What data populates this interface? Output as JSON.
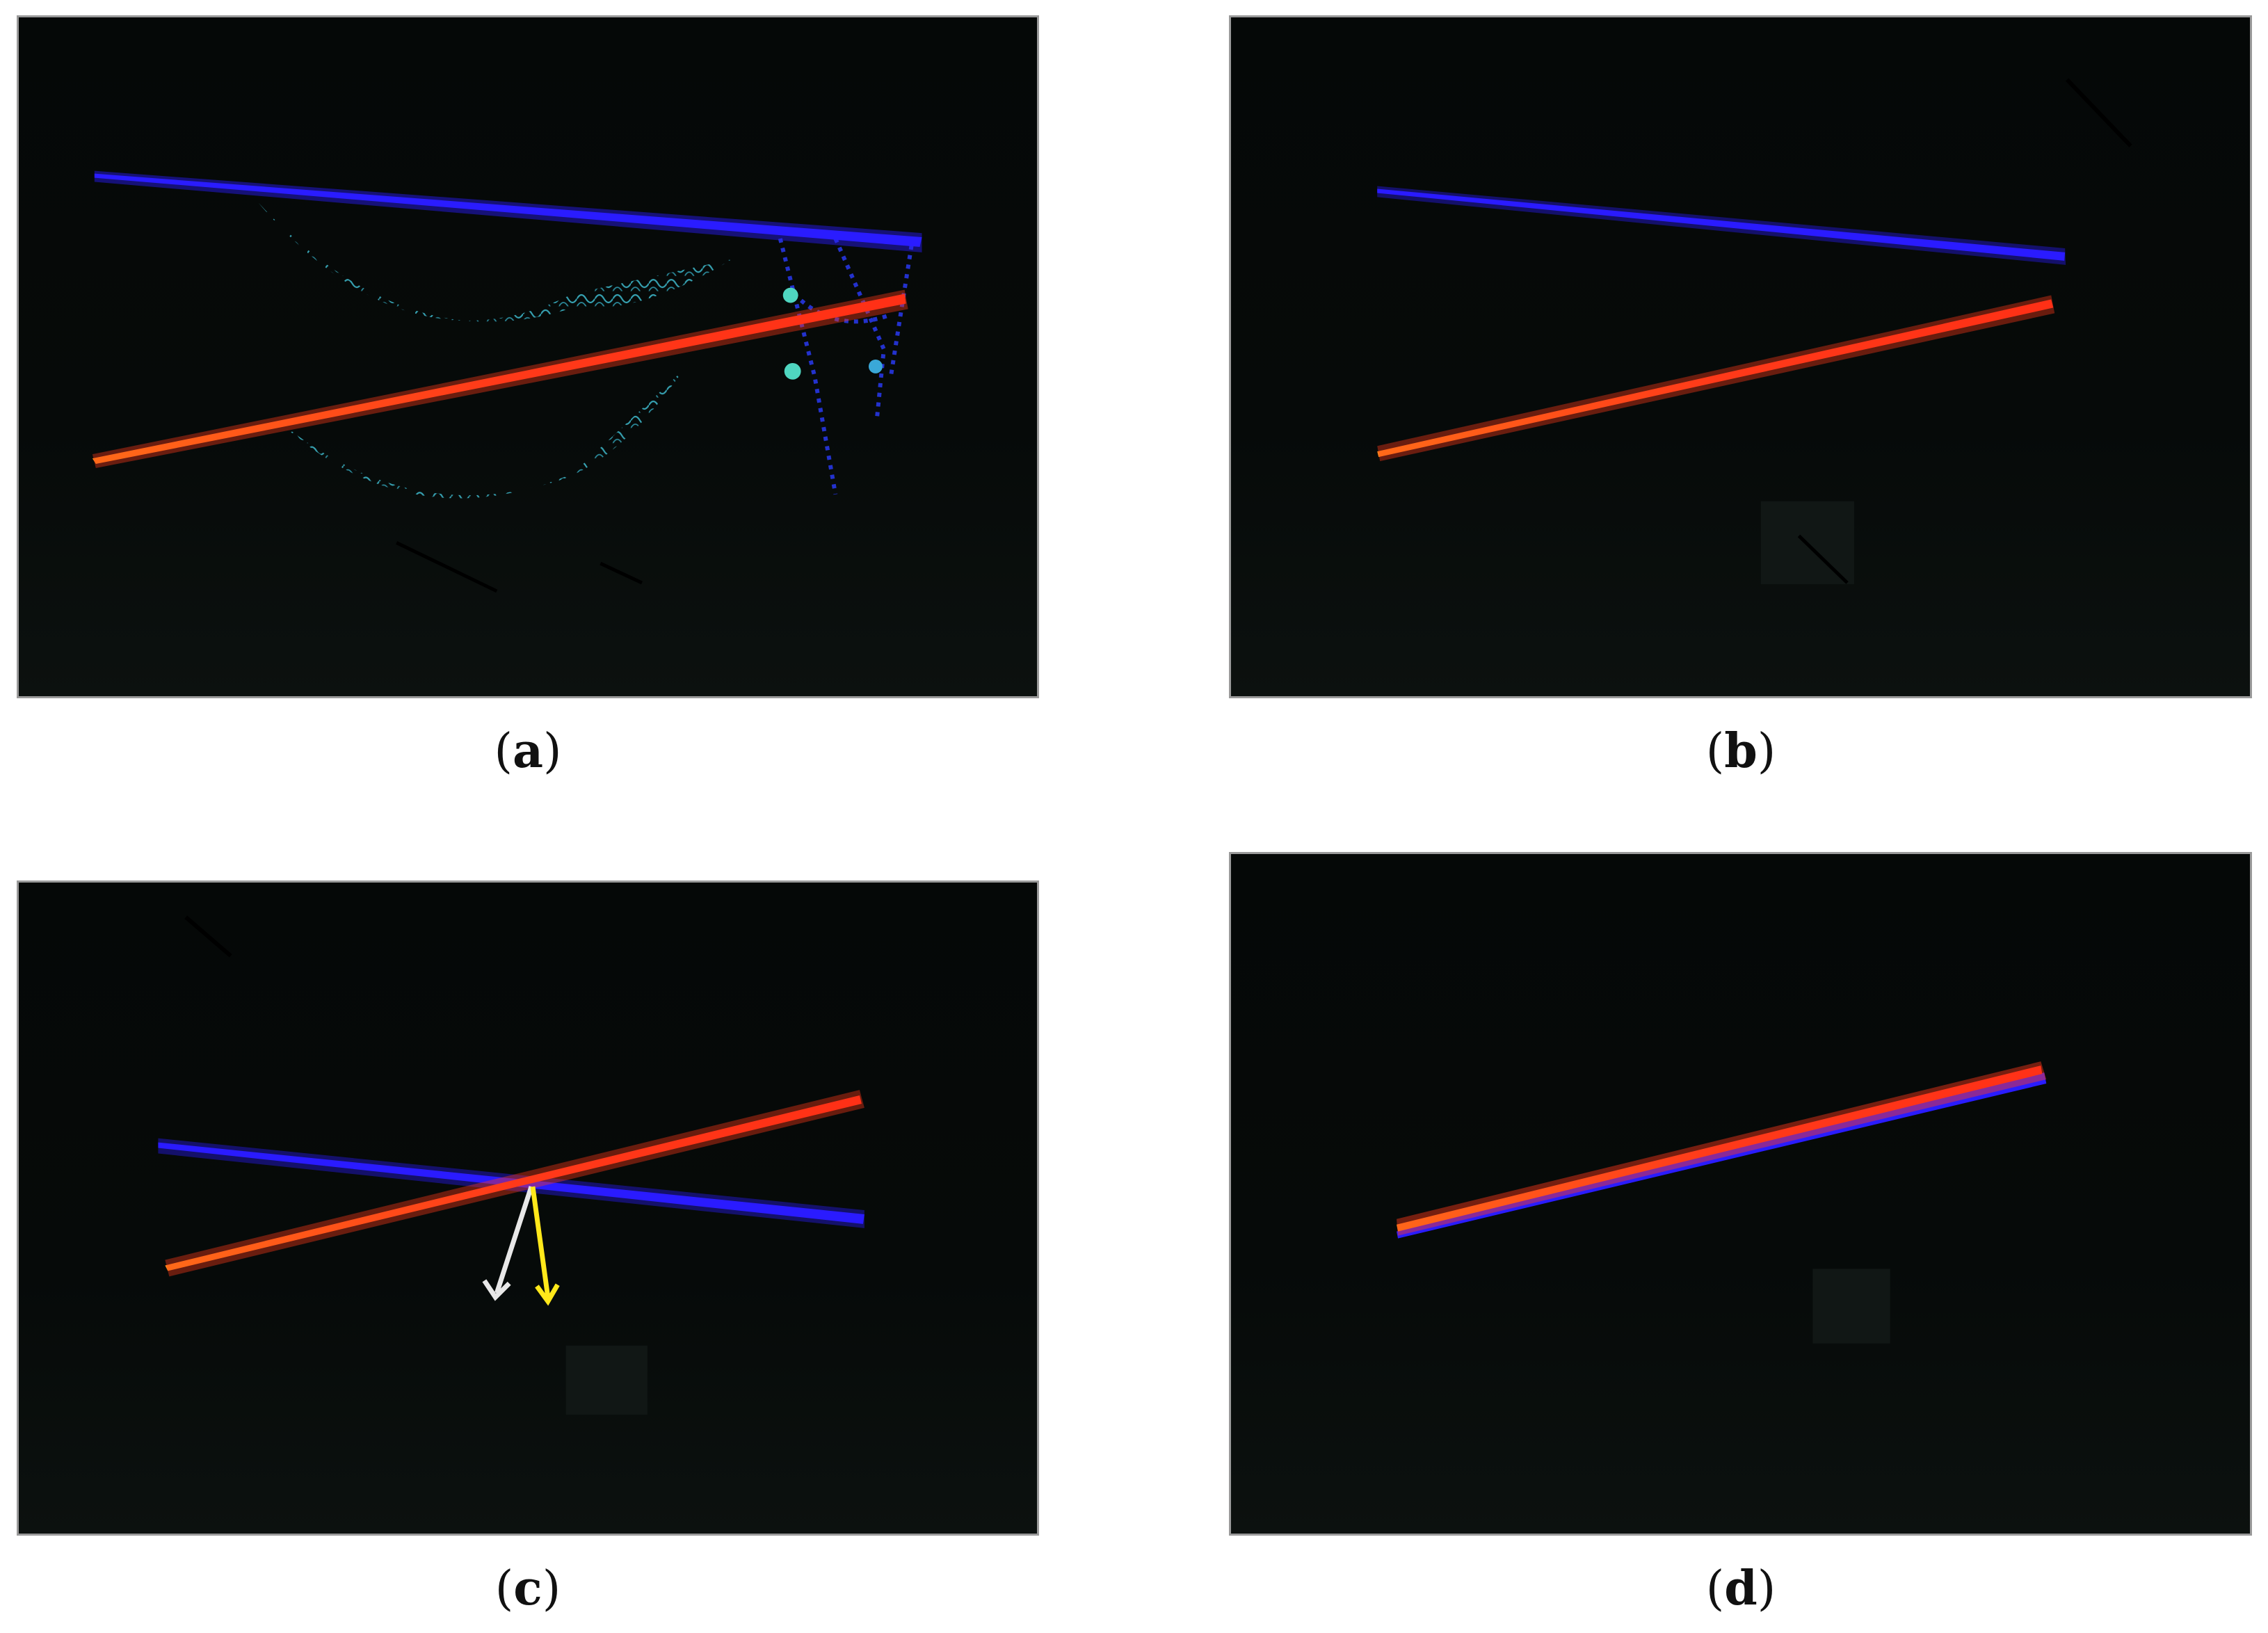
{
  "figure": {
    "panels": [
      {
        "id": "a",
        "caption_open": "(",
        "caption_letter": "a",
        "caption_close": ")"
      },
      {
        "id": "b",
        "caption_open": "(",
        "caption_letter": "b",
        "caption_close": ")"
      },
      {
        "id": "c",
        "caption_open": "(",
        "caption_letter": "c",
        "caption_close": ")"
      },
      {
        "id": "d",
        "caption_open": "(",
        "caption_letter": "d",
        "caption_close": ")"
      }
    ],
    "colors": {
      "background": "#070b0a",
      "blue_cloud": "#2a1cff",
      "red_cloud": "#ff3b1a",
      "orange_edge": "#ff9a1a",
      "mesh": "#3fb6c8",
      "arrow_white": "#e8e8e8",
      "arrow_yellow": "#ffe81a"
    }
  }
}
